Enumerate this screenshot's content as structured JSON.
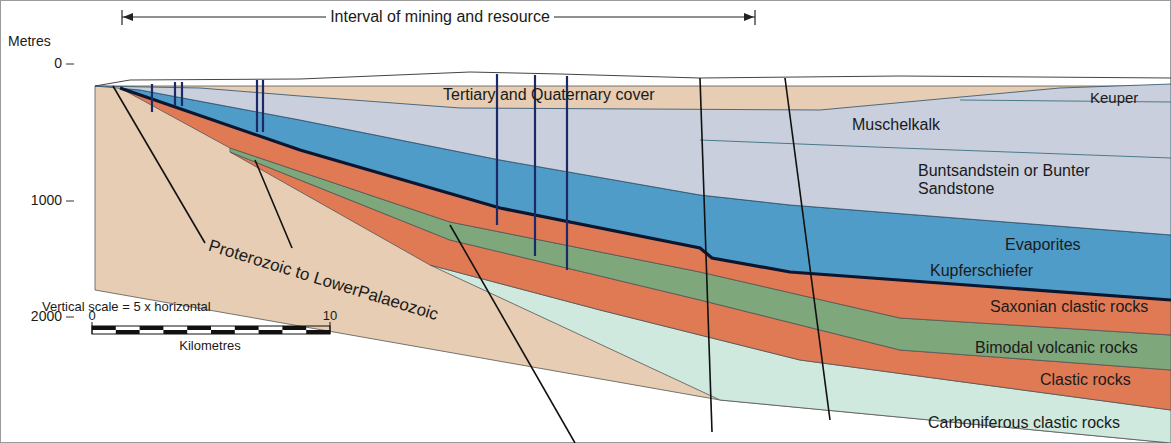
{
  "diagram": {
    "labels": [
      "Interval of mining and resource",
      "Metres",
      "0",
      "Tertiary and Quaternary cover",
      "Keuper",
      "Muschelkalk",
      "1000",
      "Buntsandstein or Bunter Sandstone",
      "Evaporites",
      "Kupferschiefer",
      "Saxonian clastic rocks",
      "Bimodal volcanic rocks",
      "Clastic rocks",
      "2000",
      "Vertical scale = 5 x horizontal",
      "Proterozoic to LowerPalaeozoic",
      "0",
      "10",
      "Kilometres",
      "Carboniferous clastic rocks"
    ]
  }
}
